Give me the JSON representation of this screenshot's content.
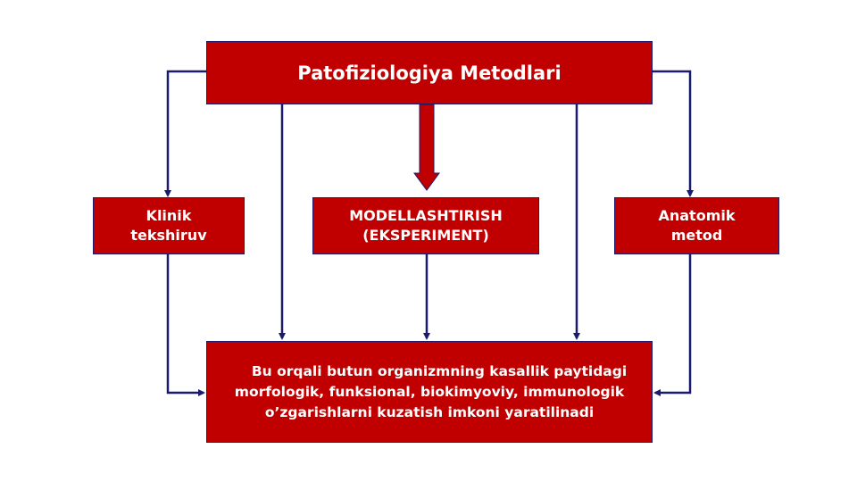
{
  "diagram": {
    "title": "Patofiziologiya Metodlari",
    "left_box": {
      "line1": "Klinik",
      "line2": "tekshiruv"
    },
    "middle_box": {
      "line1": "MODELLASHTIRISH",
      "line2": "(EKSPERIMENT)"
    },
    "right_box": {
      "line1": "Anatomik",
      "line2": "metod"
    },
    "result_box": {
      "line1": "Bu orqali butun organizmning kasallik paytidagi",
      "line2": "morfologik, funksional, biokimyoviy, immunologik",
      "line3": "o’zgarishlarni kuzatish imkoni yaratilinadi"
    },
    "colors": {
      "box_fill": "#c00000",
      "connector": "#1a1a6e",
      "text": "#ffffff"
    }
  }
}
